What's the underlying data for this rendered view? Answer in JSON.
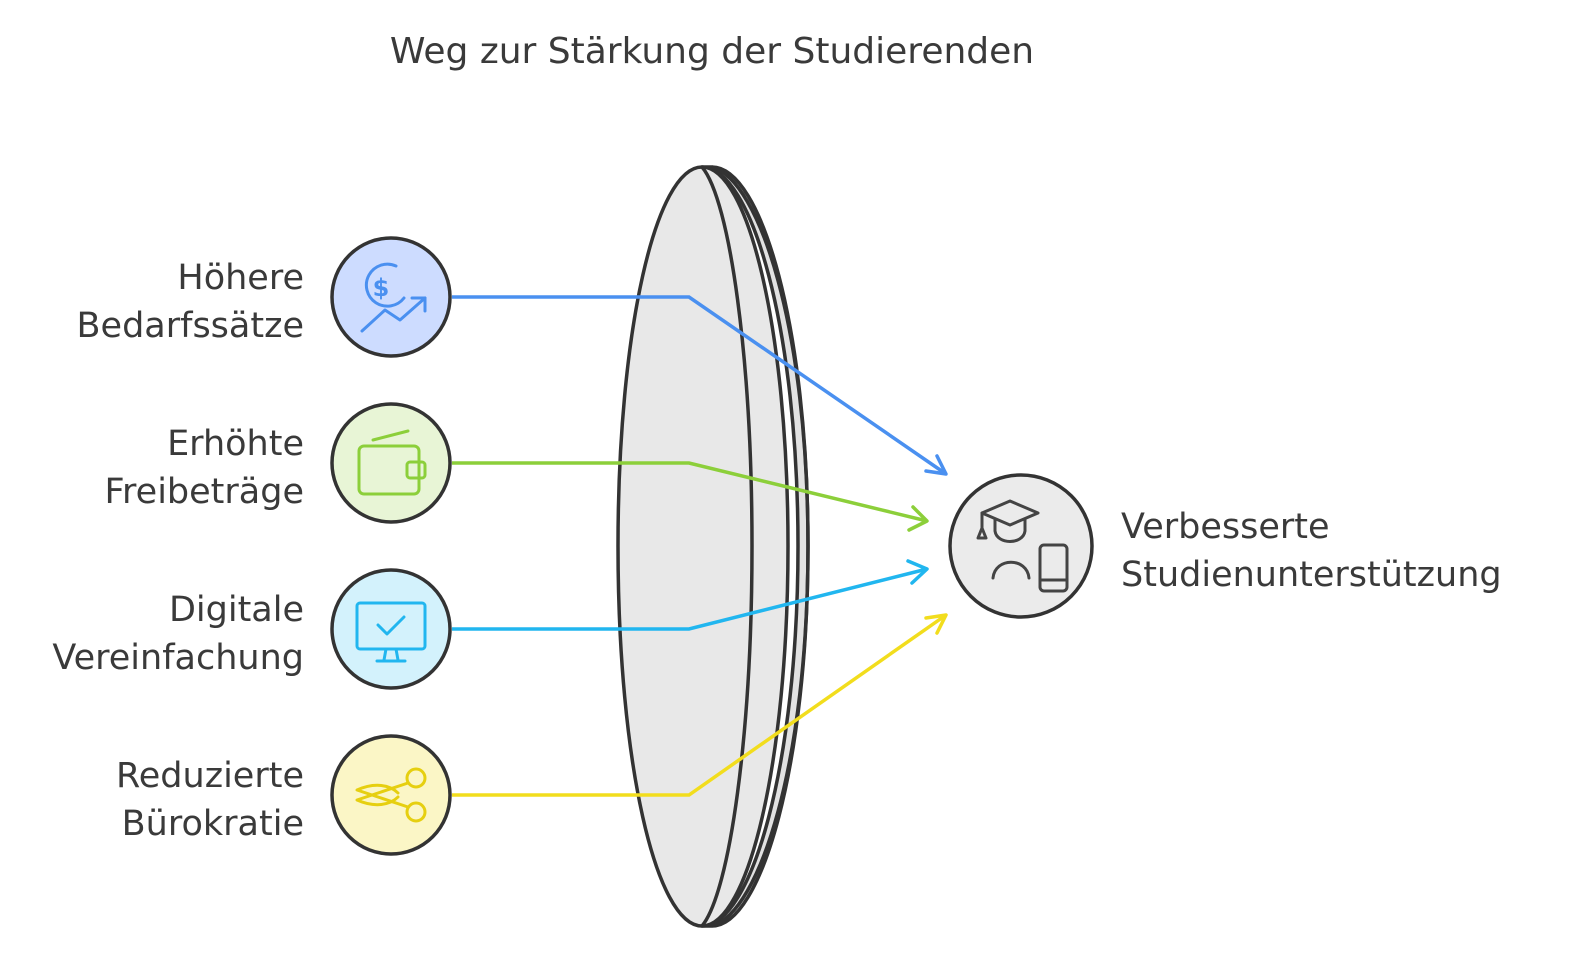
{
  "title": "Weg zur Stärkung der Studierenden",
  "inputs": [
    {
      "line1": "Höhere",
      "line2": "Bedarfssätze",
      "icon": "money-growth-icon",
      "fill": "#cddcff",
      "color": "#4a90f0"
    },
    {
      "line1": "Erhöhte",
      "line2": "Freibeträge",
      "icon": "wallet-icon",
      "fill": "#e8f5d6",
      "color": "#8ccf3a"
    },
    {
      "line1": "Digitale",
      "line2": "Vereinfachung",
      "icon": "computer-check-icon",
      "fill": "#d3f2fc",
      "color": "#21b6ef"
    },
    {
      "line1": "Reduzierte",
      "line2": "Bürokratie",
      "icon": "scissors-icon",
      "fill": "#fbf6c6",
      "color": "#f2dd1d"
    }
  ],
  "lens": {
    "fill": "#e8e8e8"
  },
  "output": {
    "line1": "Verbesserte",
    "line2": "Studienunterstützung",
    "icon": "student-phone-icon",
    "fill": "#ebebeb"
  }
}
